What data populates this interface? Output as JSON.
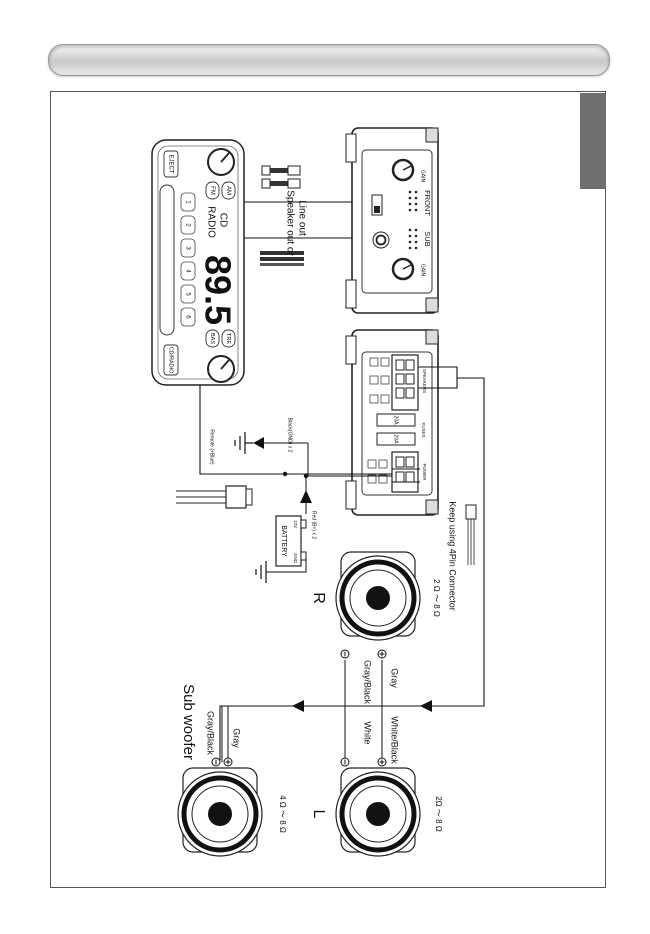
{
  "radio": {
    "eject": "EJECT",
    "am": "AM",
    "fm": "FM",
    "cd": "CD",
    "radio": "RADIO",
    "frequency": "89.5",
    "presets": [
      "1",
      "2",
      "3",
      "4",
      "5",
      "6"
    ],
    "tre": "TRE",
    "bas": "BAS",
    "cd_radio": "CD/RADIO"
  },
  "signal_label_1": "Line out",
  "signal_label_2": "Speaker out  or",
  "amp_top": {
    "front": "FRONT",
    "sub": "SUB",
    "gain_left": "GAIN",
    "gain_right": "GAIN"
  },
  "amp_bottom": {
    "speakers": "SPEAKERS",
    "fuse_1": "20A",
    "fuse_2": "20A",
    "fuses": "FUSES",
    "power": "POWER"
  },
  "wires": {
    "remote": "Remote (+Blue)",
    "ground": "Black(GND) x 2",
    "power": "Red (B+) x 2"
  },
  "battery": {
    "label": "BATTERY",
    "plus": "12V",
    "minus": "GND"
  },
  "connector_note": "Keep using 4Pin Connector",
  "speaker_r": {
    "side": "R",
    "impedance": "2 Ω ～ 8 Ω",
    "wire_plus": "Gray",
    "wire_minus": "Gray/Black"
  },
  "speaker_l": {
    "side": "L",
    "impedance": "2Ω ～ 8 Ω",
    "wire_plus": "White/Black",
    "wire_minus": "White"
  },
  "subwoofer": {
    "title": "Sub woofer",
    "impedance": "4 Ω ～ 8 Ω",
    "wire_plus": "Gray",
    "wire_minus": "Gray/Black"
  }
}
